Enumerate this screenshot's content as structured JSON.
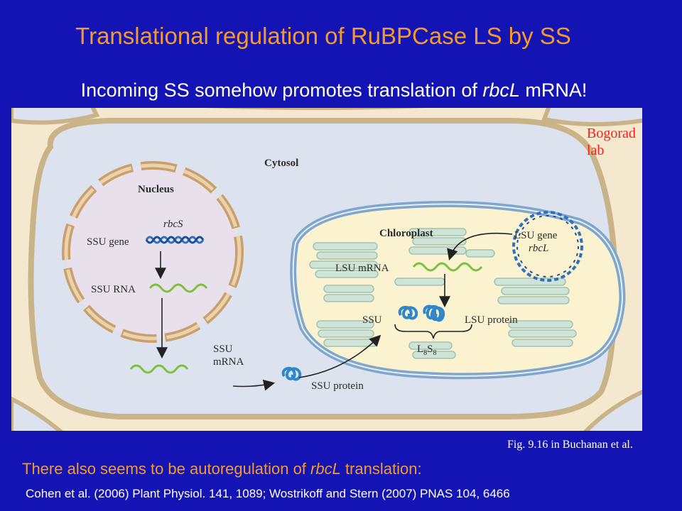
{
  "slide": {
    "title": "Translational regulation of RuBPCase LS by SS",
    "subtitle_pre": "Incoming SS somehow promotes translation of ",
    "subtitle_italic": "rbcL",
    "subtitle_post": " mRNA!",
    "lab_credit_line1": "Bogorad",
    "lab_credit_line2": "lab",
    "figure_credit": "Fig. 9.16 in Buchanan et al.",
    "autoreg_pre": "There also seems to be autoregulation of ",
    "autoreg_italic": "rbcL",
    "autoreg_post": " translation:",
    "references": "Cohen et al. (2006) Plant Physiol. 141, 1089; Wostrikoff and Stern (2007) PNAS 104, 6466"
  },
  "diagram": {
    "cytosol": "Cytosol",
    "nucleus": "Nucleus",
    "rbcs": "rbcS",
    "ssu_gene": "SSU gene",
    "ssu_rna": "SSU RNA",
    "ssu_mrna_line1": "SSU",
    "ssu_mrna_line2": "mRNA",
    "ssu_protein": "SSU protein",
    "chloroplast": "Chloroplast",
    "lsu_gene_line1": "LSU gene",
    "lsu_gene_line2": "rbcL",
    "lsu_mrna": "LSU  mRNA",
    "ssu": "SSU",
    "lsu_protein": "LSU protein",
    "l8s8_L": "L",
    "l8s8_8a": "8",
    "l8s8_S": "S",
    "l8s8_8b": "8"
  },
  "colors": {
    "background": "#1414b4",
    "title": "#f59a2a",
    "credit": "#ff1a1a"
  }
}
